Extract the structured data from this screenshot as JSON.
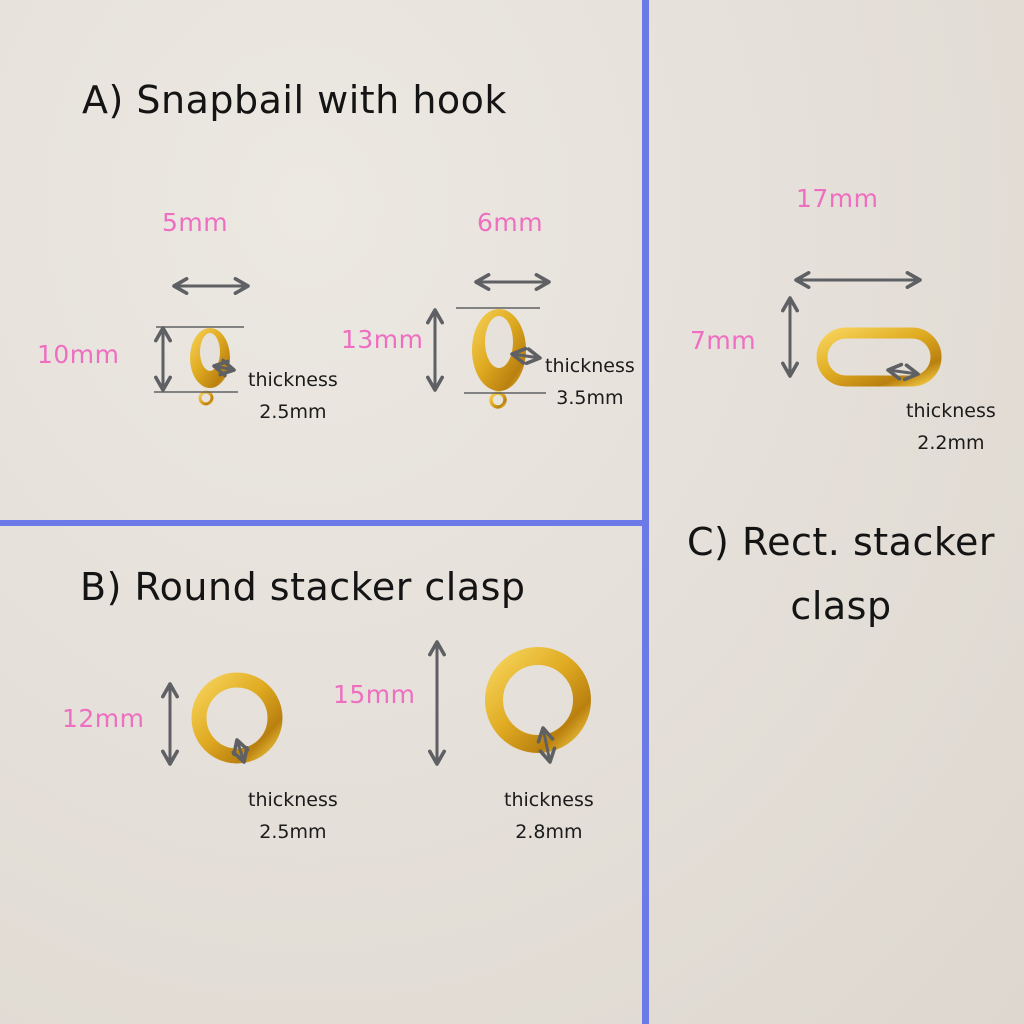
{
  "sections": {
    "a": {
      "heading": "A) Snapbail with hook",
      "small": {
        "width": "5mm",
        "height": "10mm",
        "thickness_label": "thickness",
        "thickness_value": "2.5mm"
      },
      "large": {
        "width": "6mm",
        "height": "13mm",
        "thickness_label": "thickness",
        "thickness_value": "3.5mm"
      }
    },
    "b": {
      "heading": "B) Round stacker clasp",
      "small": {
        "height": "12mm",
        "thickness_label": "thickness",
        "thickness_value": "2.5mm"
      },
      "large": {
        "height": "15mm",
        "thickness_label": "thickness",
        "thickness_value": "2.8mm"
      }
    },
    "c": {
      "heading_line1": "C) Rect. stacker",
      "heading_line2": "clasp",
      "item": {
        "width": "17mm",
        "height": "7mm",
        "thickness_label": "thickness",
        "thickness_value": "2.2mm"
      }
    }
  },
  "colors": {
    "background": "#e6e1da",
    "divider": "#6b7ae6",
    "dimension_text": "#ee6fc1",
    "heading_text": "#141414",
    "gold": "#d9a520"
  }
}
